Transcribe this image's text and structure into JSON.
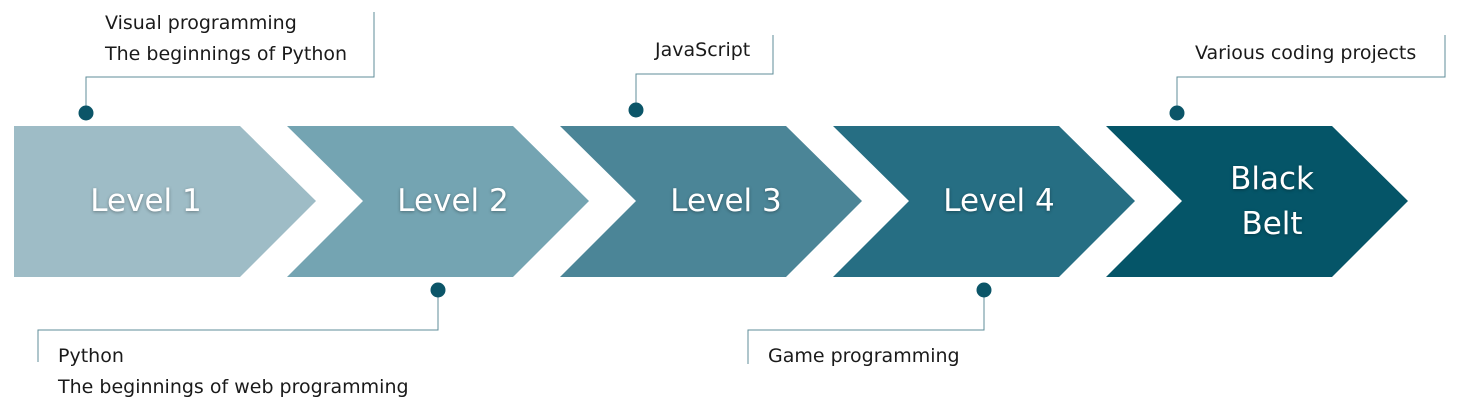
{
  "stages": [
    {
      "label": "Level 1",
      "color": "#9ebcc6"
    },
    {
      "label": "Level 2",
      "color": "#74a4b2"
    },
    {
      "label": "Level 3",
      "color": "#4b8597"
    },
    {
      "label": "Level 4",
      "color": "#266e83"
    },
    {
      "label": "Black\nBelt",
      "color": "#055568"
    }
  ],
  "notes": {
    "level1": [
      "Visual programming",
      "The beginnings of Python"
    ],
    "level2": [
      "Python",
      "The beginnings of web programming"
    ],
    "level3": [
      "JavaScript"
    ],
    "level4": [
      "Game programming"
    ],
    "black_belt": [
      "Various coding projects"
    ]
  },
  "colors": {
    "dot": "#0b5568",
    "line": "#5f8c98",
    "text": "#1a1a1a"
  }
}
